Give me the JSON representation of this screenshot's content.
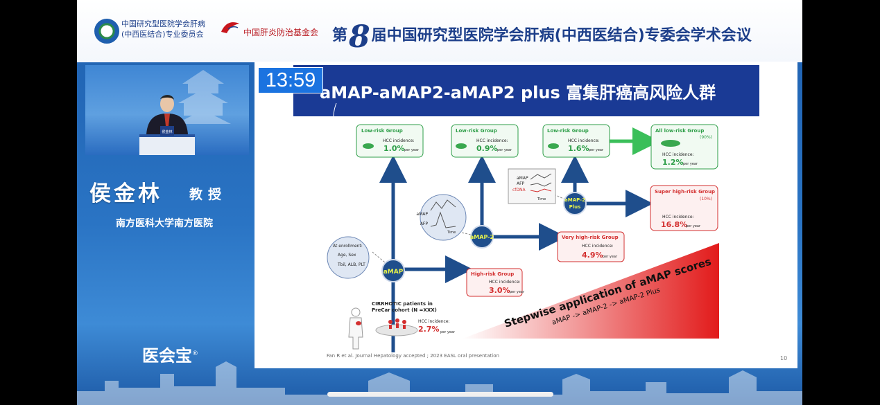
{
  "banner": {
    "org_line1": "中国研究型医院学会肝病",
    "org_line2": "(中西医结合)专业委员会",
    "foundation": "中国肝炎防治基金会",
    "title_prefix": "第",
    "title_number": "8",
    "title_suffix": "届中国研究型医院学会肝病(中西医结合)专委会学术会议"
  },
  "speaker": {
    "name": "侯金林",
    "title": "教授",
    "affiliation": "南方医科大学南方医院",
    "podium_label": "侯金林"
  },
  "watermark": {
    "text": "医会宝",
    "mark": "®"
  },
  "timer": "13:59",
  "slide": {
    "title": "aMAP-aMAP2-aMAP2 plus 富集肝癌高风险人群",
    "page_number": "10",
    "citation": "Fan R et al. Journal Hepatology accepted ; 2023 EASL oral presentation",
    "nodes": {
      "amap": "aMAP",
      "amap2": "aMAP-2",
      "amap2plus_1": "aMAP-2",
      "amap2plus_2": "Plus"
    },
    "enrollment": {
      "label": "At enrollment:",
      "line1": "Age, Sex",
      "line2": "Tbil, ALB, PLT"
    },
    "afp_chart": {
      "l1": "aMAP",
      "l2": "AFP",
      "x": "Time"
    },
    "plus_chart": {
      "l1": "aMAP",
      "l2": "AFP",
      "l3": "cfDNA",
      "x": "Time"
    },
    "cohort": {
      "line1": "CIRRHOTIC patients in",
      "line2": "PreCar cohort (N =XXX)",
      "inc_label": "HCC incidence:",
      "inc_value": "2.7%",
      "per_year": "per year"
    },
    "low1": {
      "group": "Low-risk Group",
      "label": "HCC incidence:",
      "value": "1.0%",
      "per": "per year"
    },
    "low2": {
      "group": "Low-risk Group",
      "label": "HCC incidence:",
      "value": "0.9%",
      "per": "per year"
    },
    "low3": {
      "group": "Low-risk Group",
      "label": "HCC incidence:",
      "value": "1.6%",
      "per": "per year"
    },
    "alllow": {
      "group": "All low-risk Group",
      "pct": "(90%)",
      "label": "HCC incidence:",
      "value": "1.2%",
      "per": "per year"
    },
    "high": {
      "group": "High-risk Group",
      "label": "HCC incidence:",
      "value": "3.0%",
      "per": "per year"
    },
    "vhigh": {
      "group": "Very high-risk Group",
      "label": "HCC incidence:",
      "value": "4.9%",
      "per": "per year"
    },
    "superhigh": {
      "group": "Super high-risk Group",
      "pct": "(10%)",
      "label": "HCC incidence:",
      "value": "16.8%",
      "per": "per year"
    },
    "stepwise": {
      "line1": "Stepwise application of aMAP scores",
      "line2": "aMAP -> aMAP-2 -> aMAP-2 Plus"
    }
  },
  "colors": {
    "navy": "#1d3f8a",
    "slide_header": "#1a3a95",
    "arrow": "#1f4e8c",
    "green": "#2e9e48",
    "red": "#d32f2f",
    "timer": "#1b73e0"
  }
}
